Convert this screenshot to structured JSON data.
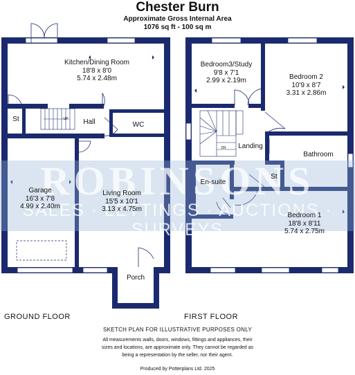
{
  "header": {
    "title": "Chester Burn",
    "subtitle": "Approximate Gross Internal Area",
    "area": "1076 sq ft - 100 sq m"
  },
  "rooms": {
    "kitchen": {
      "name": "Kitchen/Dining Room",
      "imperial": "18'8 x 8'0",
      "metric": "5.74 x 2.48m"
    },
    "st_ground": {
      "name": "St"
    },
    "hall": {
      "name": "Hall"
    },
    "wc": {
      "name": "WC"
    },
    "up_label": {
      "name": "UP"
    },
    "garage": {
      "name": "Garage",
      "imperial": "16'3 x 7'8",
      "metric": "4.99 x 2.40m"
    },
    "living": {
      "name": "Living Room",
      "imperial": "15'5 x 10'1",
      "metric": "3.13 x 4.75m"
    },
    "porch": {
      "name": "Porch"
    },
    "bedroom3": {
      "name": "Bedroom3/Study",
      "imperial": "9'8 x 7'1",
      "metric": "2.99 x 2.19m"
    },
    "bedroom2": {
      "name": "Bedroom 2",
      "imperial": "10'9 x 8'7",
      "metric": "3.31 x 2.86m"
    },
    "landing": {
      "name": "Landing"
    },
    "dn_label": {
      "name": "DN"
    },
    "bathroom": {
      "name": "Bathroom"
    },
    "ensuite": {
      "name": "En-suite"
    },
    "st_first": {
      "name": "St"
    },
    "bedroom1": {
      "name": "Bedroom 1",
      "imperial": "18'8 x 8'11",
      "metric": "5.74 x 2.75m"
    }
  },
  "watermark": {
    "main": "ROBINSONS",
    "sub": "SALES · LETTINGS · AUCTIONS · SURVEYS"
  },
  "floors": {
    "ground": "GROUND FLOOR",
    "first": "FIRST FLOOR"
  },
  "footer": {
    "sketch": "SKETCH PLAN FOR ILLUSTRATIVE PURPOSES ONLY",
    "disclaimer_1": "All measurements walls, doors, windows, fittings and appliances, their",
    "disclaimer_2": "sizes and locations, are approximate only. They cannot be regarded as",
    "disclaimer_3": "being a representation by the seller, nor their agent.",
    "credit": "Produced by Potterplans Ltd. 2025"
  },
  "colors": {
    "wall": "#1b2a6e",
    "window": "#ffffff",
    "watermark_band": "#96b4d7"
  }
}
